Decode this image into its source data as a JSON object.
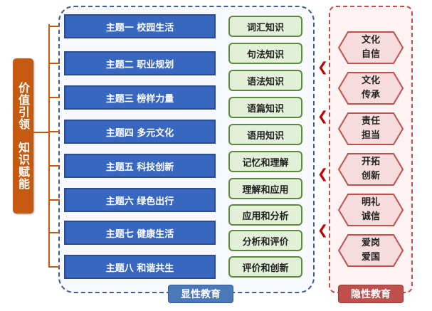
{
  "side_label": {
    "line1": "价值引领",
    "line2": "知识赋能"
  },
  "themes": [
    "主题一  校园生活",
    "主题二  职业规划",
    "主题三  榜样力量",
    "主题四  多元文化",
    "主题五  科技创新",
    "主题六  绿色出行",
    "主题七  健康生活",
    "主题八  和谐共生"
  ],
  "knowledge": [
    "词汇知识",
    "句法知识",
    "语法知识",
    "语篇知识",
    "语用知识",
    "记忆和理解",
    "理解和应用",
    "应用和分析",
    "分析和评价",
    "评价和创新"
  ],
  "values": [
    [
      "文化",
      "自信"
    ],
    [
      "文化",
      "传承"
    ],
    [
      "责任",
      "担当"
    ],
    [
      "开拓",
      "创新"
    ],
    [
      "明礼",
      "诚信"
    ],
    [
      "爱岗",
      "爱国"
    ]
  ],
  "explicit_label": "显性教育",
  "implicit_label": "隐性教育",
  "colors": {
    "orange": "#c55a11",
    "blue": "#3867c0",
    "green_fill": "#e3f0d8",
    "red": "#c0504d"
  }
}
